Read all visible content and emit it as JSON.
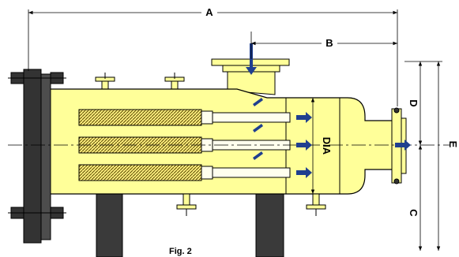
{
  "labels": {
    "dim_a": "A",
    "dim_b": "B",
    "dim_c": "C",
    "dim_d": "D",
    "dim_e": "E",
    "dim_dia": "DIA",
    "caption": "Fig. 2"
  },
  "colors": {
    "shell": "#ffff99",
    "outline": "#000000",
    "flange": "#333333",
    "support": "#3a3a3a",
    "heater_coil": "#c8a000",
    "heater_sheath": "#ffffee",
    "flow_arrow": "#1f3f8f"
  },
  "icons": {
    "flow_arrows": "arrow-icon",
    "dimension_arrows": "dimension-arrow-icon"
  }
}
